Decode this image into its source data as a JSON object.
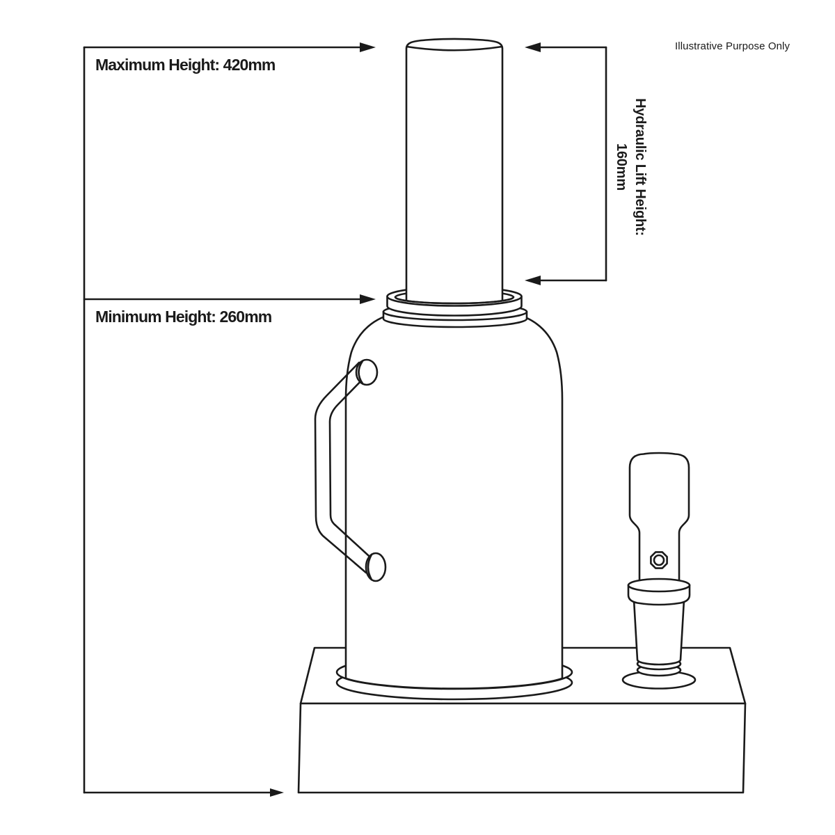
{
  "note": "Illustrative Purpose Only",
  "dimensions": {
    "max_height": {
      "label": "Maximum Height: 420mm"
    },
    "min_height": {
      "label": "Minimum Height: 260mm"
    },
    "lift_height": {
      "label_line1": "Hydraulic Lift Height:",
      "label_line2": "160mm"
    }
  },
  "colors": {
    "line": "#1a1a1a",
    "background": "#ffffff"
  },
  "diagram": {
    "subject": "hydraulic-bottle-jack",
    "parts": [
      "ram",
      "collar",
      "bottle-body",
      "base-flange",
      "handle",
      "pump-plunger",
      "release-valve-nut",
      "base"
    ]
  }
}
